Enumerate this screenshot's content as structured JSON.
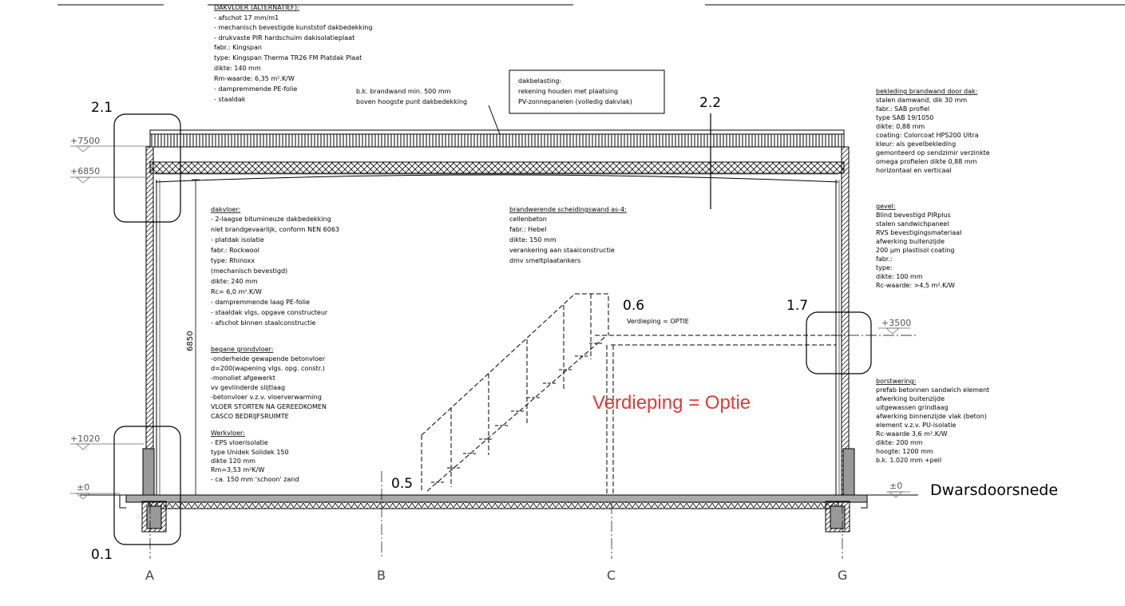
{
  "levels": [
    "+7500",
    "+6850",
    "+3500",
    "+1020",
    "±0",
    "±0"
  ],
  "detail_numbers": [
    "2.1",
    "2.2",
    "1.7",
    "0.6",
    "0.5",
    "0.1"
  ],
  "grid_labels": [
    "A",
    "B",
    "C",
    "G"
  ],
  "dimension": "6850",
  "title": "Dwarsdoorsnede",
  "optie_big": "Verdieping = Optie",
  "optie_small": "Verdieping  =  OPTIE",
  "notes": {
    "dakvloer_alt": [
      "DAKVLOER (ALTERNATIEF):",
      "-  afschot  17  mm/m1",
      "-  mechanisch  bevestigde  kunststof  dakbedekking",
      "-  drukvaste  PIR  hardschuim  dakisolatieplaat",
      "     fabr.: Kingspan",
      "     type:  Kingspan  Therma  TR26  FM  Platdak  Plaat",
      "     dikte:  140  mm",
      "     Rm-waarde:  6,35  m².K/W",
      "-  dampremmende  PE-folie",
      "-  staaldak"
    ],
    "brandwand": [
      "b.k.  brandwand  min.  500  mm",
      "boven  hoogste  punt  dakbedekking"
    ],
    "dakbelasting": [
      "dakbelasting:",
      "rekening  houden  met  plaatsing",
      "PV-zonnepanelen  (volledig  dakvlak)"
    ],
    "dakvloer": [
      "dakvloer:",
      "-  2-laagse  bitumineuze  dakbedekking",
      "    niet  brandgevaarlijk,  conform  NEN  6063",
      "-  platdak  isolatie",
      "     fabr.:  Rockwool",
      "     type:  Rhinoxx",
      "     (mechanisch  bevestigd)",
      "     dikte:  240  mm",
      "     Rc=  6,0  m².K/W",
      "-  dampremmende  laag  PE-folie",
      "-  staaldak  vlgs.  opgave  constructeur",
      "-  afschot  binnen  staalconstructie"
    ],
    "scheidingswand": [
      "brandwerende  scheidingswand  as-4:",
      "cellenbeton",
      "fabr.:  Hebel",
      "dikte:  150  mm",
      "verankering  aan  staalconstructie",
      "dmv  smeltplaatankers"
    ],
    "grondvloer": [
      "begane  grondvloer:",
      "-onderheide  gewapende  betonvloer",
      "  d=200(wapening  vlgs.  opg.  constr.)",
      "-monoliet  afgewerkt",
      "  vv  gevlinderde  slijtlaag",
      "-betonvloer  v.z.v.  vloerverwarming",
      "VLOER  STORTEN  NA  GEREEDKOMEN",
      "CASCO  BEDRIJFSRUIMTE"
    ],
    "werkvloer": [
      "Werkvloer:",
      "-  EPS  vloerisolatie",
      "    type  Unidek  Solidek  150",
      "    dikte  120  mm",
      "    Rm=3,53  m²K/W",
      "-  ca.  150  mm  'schoon'  zand"
    ],
    "bekleding": [
      "bekleding  brandwand  door  dak:",
      "stalen  damwand,  dik  30  mm",
      "fabr.:  SAB  profiel",
      "type  SAB  19/1050",
      "dikte:  0,88  mm",
      "coating:  Colorcoat  HPS200  Ultra",
      "kleur:    als  gevelbekleding",
      "gemonteerd  op  sendzimir  verzinkte",
      "omega  profielen  dikte  0,88  mm",
      "horizontaal  en  verticaal"
    ],
    "gevel": [
      "gevel:",
      "Blind  bevestigd  PIRplus",
      "stalen  sandwichpaneel",
      "RVS  bevestigingsmateriaal",
      "afwerking  buitenzijde",
      "200  µm  plastisol  coating",
      "fabr.:",
      "type:",
      "dikte:  100  mm",
      "Rc-waarde:  >4,5  m².K/W"
    ],
    "borstwering": [
      "borstwering:",
      "prefab  betonnen  sandwich  element",
      "afwerking  buitenzijde",
      "uitgewassen  grindlaag",
      "afwerking  binnenzijde  vlak  (beton)",
      "element  v.z.v.  PU-isolatie",
      "Rc-waarde  3,6  m².K/W",
      "dikte:  200  mm",
      "hoogte:  1200  mm",
      "b.k.  1.020  mm  +peil"
    ]
  }
}
